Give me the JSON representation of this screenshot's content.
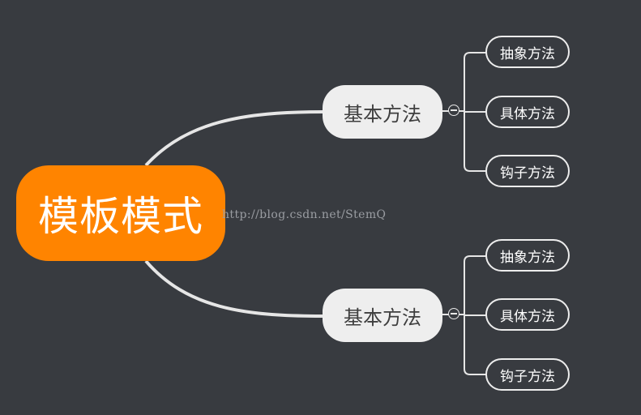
{
  "mindmap": {
    "root": {
      "label": "模板模式",
      "color": "#ff8400"
    },
    "branches": [
      {
        "label": "基本方法",
        "children": [
          "抽象方法",
          "具体方法",
          "钩子方法"
        ]
      },
      {
        "label": "基本方法",
        "children": [
          "抽象方法",
          "具体方法",
          "钩子方法"
        ]
      }
    ],
    "collapse_symbol": "minus-circle-icon"
  },
  "watermark": "http://blog.csdn.net/StemQ",
  "colors": {
    "background": "#383b40",
    "branch_fill": "#eeeeee",
    "connector": "#e6e6e6"
  }
}
